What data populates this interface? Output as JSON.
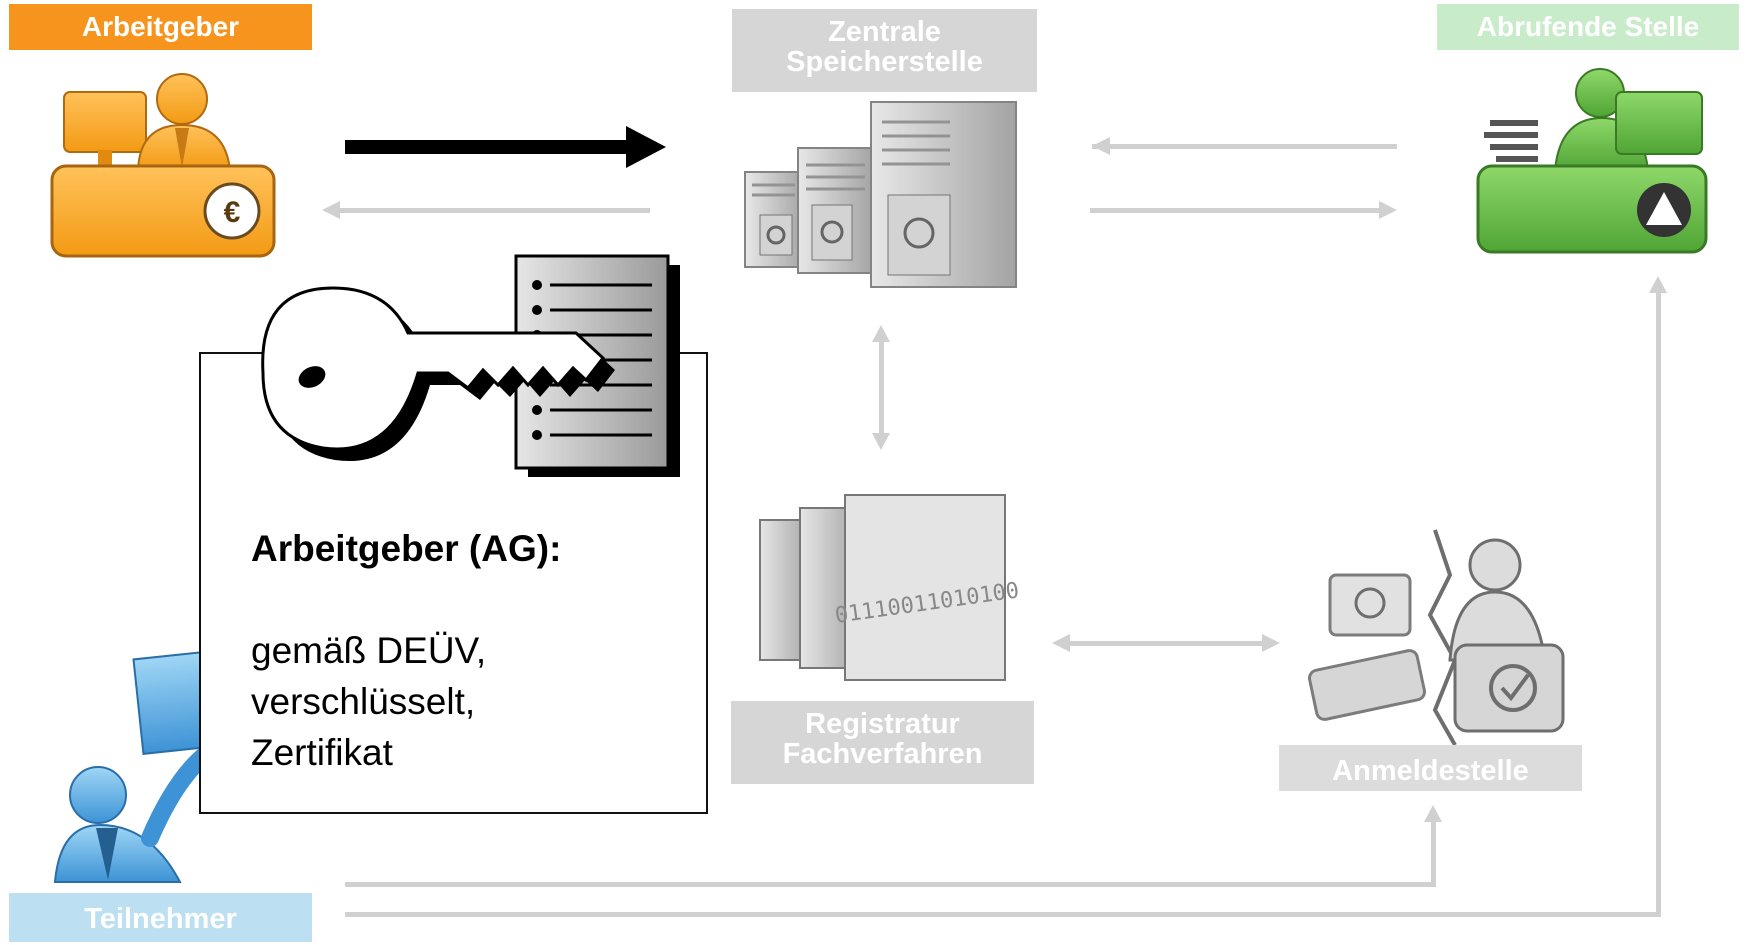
{
  "labels": {
    "arbeitgeber": "Arbeitgeber",
    "zentrale_speicherstelle": [
      "Zentrale",
      "Speicherstelle"
    ],
    "abrufende_stelle": "Abrufende Stelle",
    "registratur": [
      "Registratur",
      "Fachverfahren"
    ],
    "anmeldestelle": "Anmeldestelle",
    "teilnehmer": "Teilnehmer"
  },
  "infobox": {
    "title": "Arbeitgeber (AG):",
    "lines": [
      "gemäß DEÜV,",
      "verschlüsselt,",
      "Zertifikat"
    ]
  },
  "registry_digits": "01110011010100",
  "colors": {
    "arbeitgeber": "#f7941d",
    "abrufende_stelle": "#6bbf4e",
    "teilnehmer": "#4aa3df",
    "faded_gray": "#d6d6d6",
    "active_arrow": "#000000"
  },
  "icons": [
    "employer-desk-icon",
    "server-stack-icon",
    "clerk-desk-icon",
    "binder-registry-icon",
    "registration-office-icon",
    "participant-person-icon",
    "key-document-icon"
  ]
}
